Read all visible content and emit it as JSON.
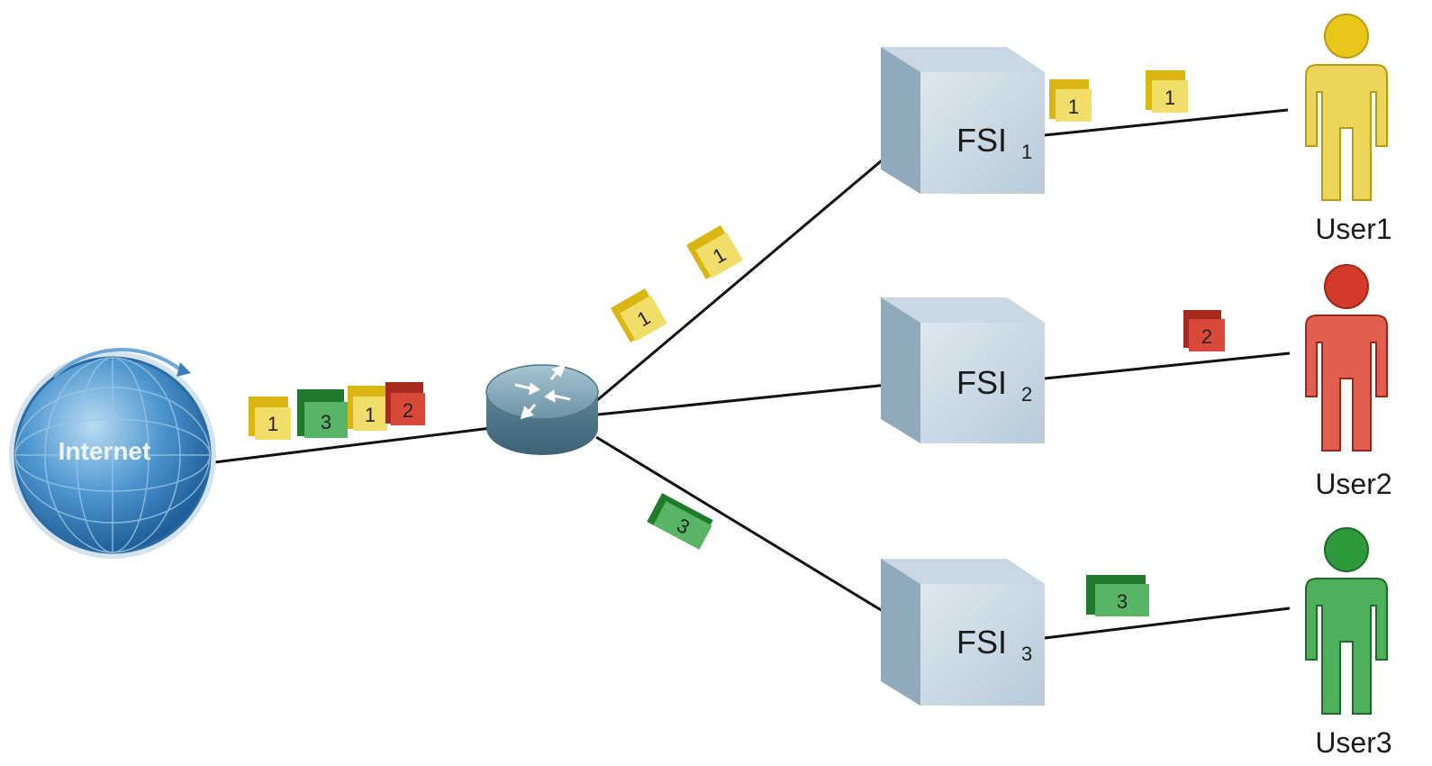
{
  "internet": {
    "label": "Internet"
  },
  "servers": [
    {
      "name": "FSI",
      "index": "1"
    },
    {
      "name": "FSI",
      "index": "2"
    },
    {
      "name": "FSI",
      "index": "3"
    }
  ],
  "users": [
    {
      "label": "User1",
      "color": "#e8c61a"
    },
    {
      "label": "User2",
      "color": "#d33a2a"
    },
    {
      "label": "User3",
      "color": "#2f9a3c"
    }
  ],
  "packets": {
    "queue": [
      "1",
      "3",
      "1",
      "2"
    ],
    "to_fsi1": [
      "1",
      "1"
    ],
    "to_fsi3": [
      "3"
    ],
    "user1": [
      "1",
      "1"
    ],
    "user2": [
      "2"
    ],
    "user3": [
      "3"
    ]
  },
  "colors": {
    "yellow": "#e8c61a",
    "red": "#d33a2a",
    "green": "#2f9a3c",
    "server": "#b7cad8",
    "globe": "#3f86c1",
    "router": "#6f94a6"
  }
}
